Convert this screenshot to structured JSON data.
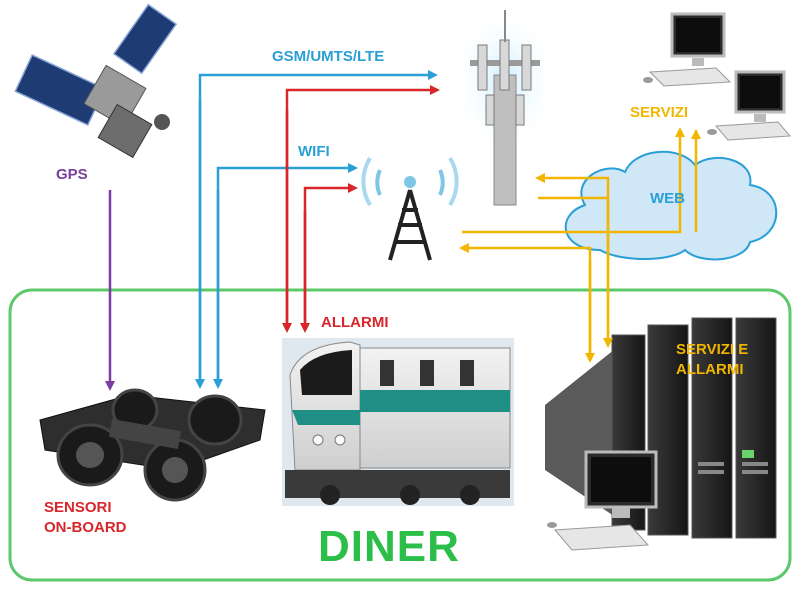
{
  "labels": {
    "gps": "GPS",
    "gsm": "GSM/UMTS/LTE",
    "wifi": "WIFI",
    "servizi": "SERVIZI",
    "web": "WEB",
    "allarmi": "ALLARMI",
    "servizi_allarmi_1": "SERVIZI E",
    "servizi_allarmi_2": "ALLARMI",
    "sensori_1": "SENSORI",
    "sensori_2": "ON-BOARD",
    "title": "DINER"
  },
  "colors": {
    "blue": "#2a9fd6",
    "red": "#d8262a",
    "purple": "#7a3ea0",
    "yellow": "#f2b600",
    "green": "#2bbf4a"
  },
  "icons": [
    "satellite-icon",
    "cell-tower-icon",
    "wifi-antenna-icon",
    "cloud-icon",
    "desktop-computer-icon",
    "server-rack-icon",
    "train-locomotive-icon",
    "bogie-sensor-icon"
  ]
}
